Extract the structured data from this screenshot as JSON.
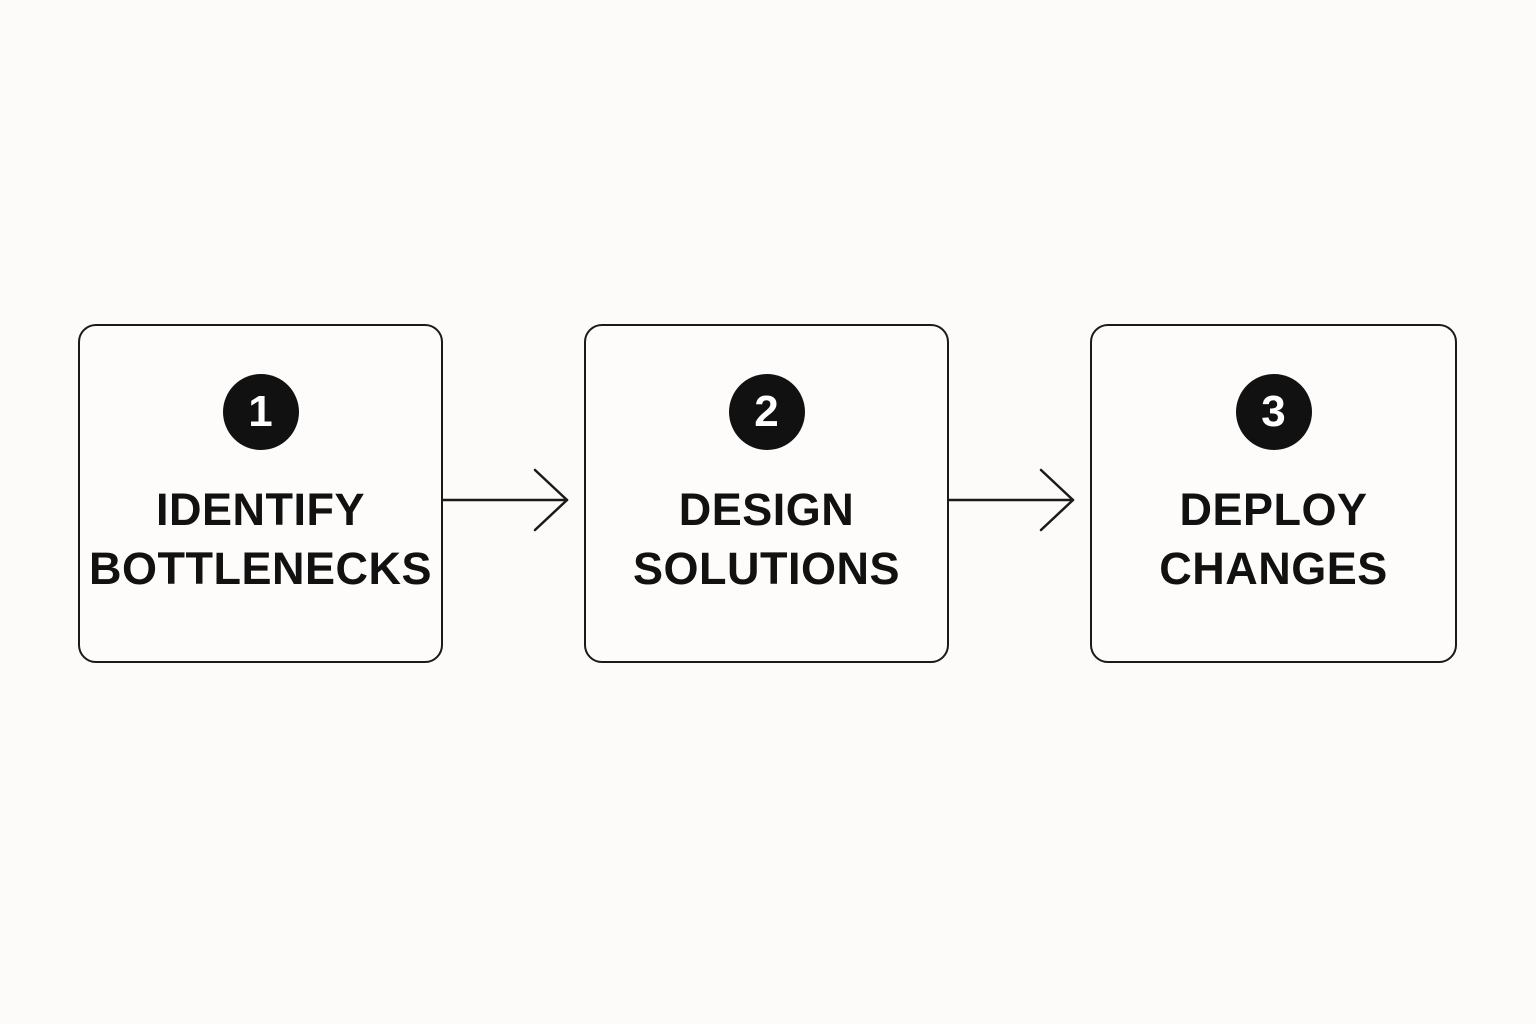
{
  "steps": [
    {
      "number": "1",
      "title_line1": "IDENTIFY",
      "title_line2": "BOTTLENECKS"
    },
    {
      "number": "2",
      "title_line1": "DESIGN",
      "title_line2": "SOLUTIONS"
    },
    {
      "number": "3",
      "title_line1": "DEPLOY",
      "title_line2": "CHANGES"
    }
  ],
  "colors": {
    "background": "#fcfbf9",
    "stroke": "#1a1a1a",
    "badge": "#111111",
    "text": "#111111"
  },
  "icons": {
    "connector": "arrow-right-icon"
  }
}
